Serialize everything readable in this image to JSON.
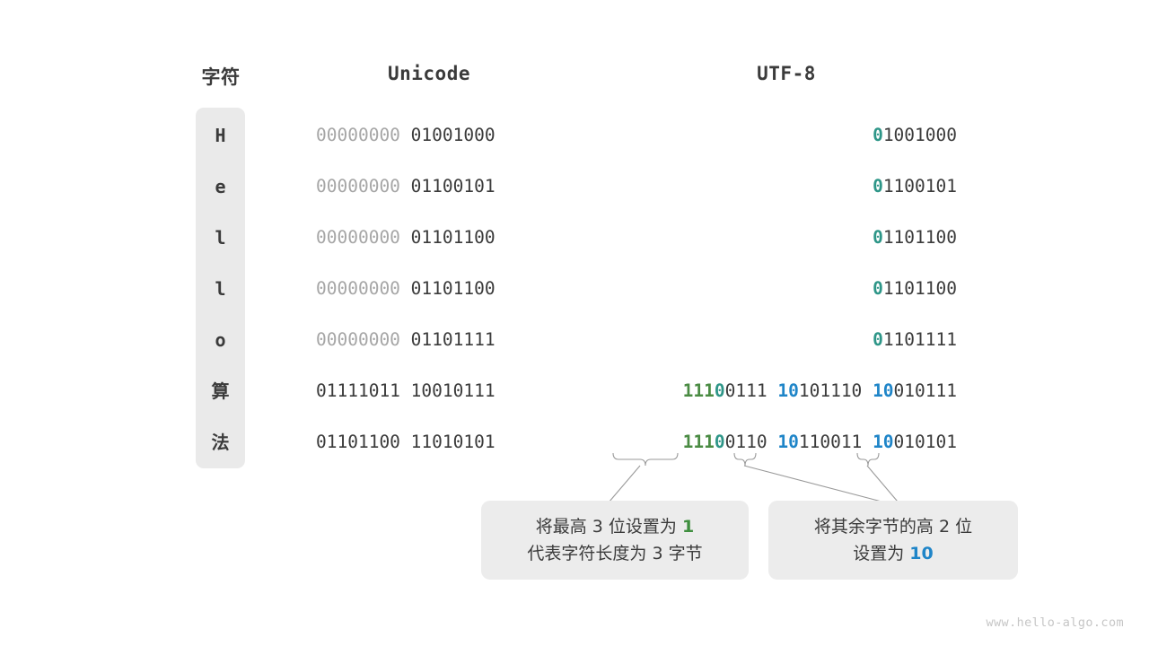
{
  "headers": {
    "char": "字符",
    "unicode": "Unicode",
    "utf8": "UTF-8"
  },
  "colors": {
    "green": "#4a8b43",
    "teal": "#2e9688",
    "blue": "#1f85c8",
    "dim": "#a6a6a6",
    "dark": "#3b3b3b",
    "panel": "#eaeaea",
    "note_bg": "#ececec"
  },
  "rows": [
    {
      "char": "H",
      "unicode": {
        "high": "00000000",
        "low": "01001000"
      },
      "utf8": [
        {
          "prefix": "0",
          "prefix_color": "teal",
          "rest": "1001000"
        }
      ]
    },
    {
      "char": "e",
      "unicode": {
        "high": "00000000",
        "low": "01100101"
      },
      "utf8": [
        {
          "prefix": "0",
          "prefix_color": "teal",
          "rest": "1100101"
        }
      ]
    },
    {
      "char": "l",
      "unicode": {
        "high": "00000000",
        "low": "01101100"
      },
      "utf8": [
        {
          "prefix": "0",
          "prefix_color": "teal",
          "rest": "1101100"
        }
      ]
    },
    {
      "char": "l",
      "unicode": {
        "high": "00000000",
        "low": "01101100"
      },
      "utf8": [
        {
          "prefix": "0",
          "prefix_color": "teal",
          "rest": "1101100"
        }
      ]
    },
    {
      "char": "o",
      "unicode": {
        "high": "00000000",
        "low": "01101111"
      },
      "utf8": [
        {
          "prefix": "0",
          "prefix_color": "teal",
          "rest": "1101111"
        }
      ]
    },
    {
      "char": "算",
      "unicode": {
        "high": "01111011",
        "low": "10010111"
      },
      "utf8": [
        {
          "prefix": "111",
          "prefix_color": "green",
          "prefix2": "0",
          "prefix2_color": "teal",
          "rest": "0111"
        },
        {
          "prefix": "10",
          "prefix_color": "blue",
          "rest": "101110"
        },
        {
          "prefix": "10",
          "prefix_color": "blue",
          "rest": "010111"
        }
      ]
    },
    {
      "char": "法",
      "unicode": {
        "high": "01101100",
        "low": "11010101"
      },
      "utf8": [
        {
          "prefix": "111",
          "prefix_color": "green",
          "prefix2": "0",
          "prefix2_color": "teal",
          "rest": "0110"
        },
        {
          "prefix": "10",
          "prefix_color": "blue",
          "rest": "110011"
        },
        {
          "prefix": "10",
          "prefix_color": "blue",
          "rest": "010101"
        }
      ]
    }
  ],
  "notes": [
    {
      "line1_a": "将最高 3 位设置为 ",
      "line1_hl": "1",
      "line1_hl_color": "green",
      "line2": "代表字符长度为 3 字节"
    },
    {
      "line1": "将其余字节的高 2 位",
      "line2_a": "设置为 ",
      "line2_hl": "10",
      "line2_hl_color": "blue"
    }
  ],
  "watermark": "www.hello-algo.com"
}
